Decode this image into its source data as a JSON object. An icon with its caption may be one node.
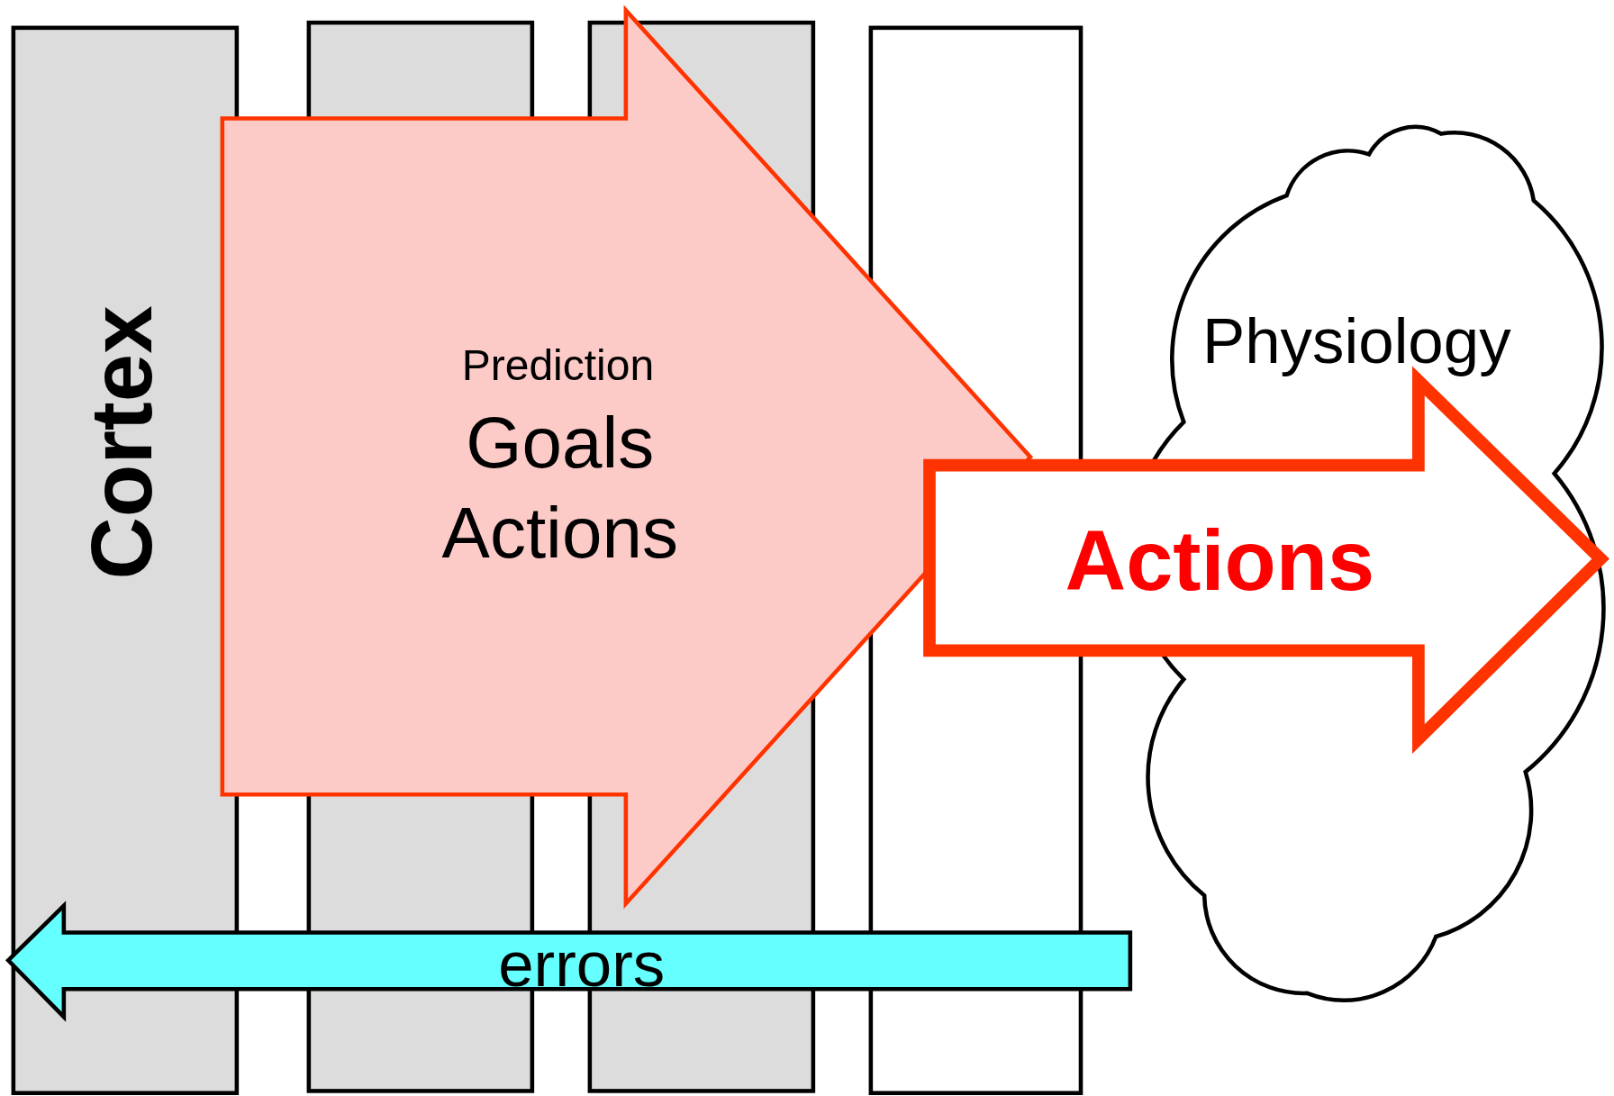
{
  "diagram": {
    "nodes": [
      {
        "text": [
          "Cortex"
        ]
      },
      {
        "text": [],
        "shape": "bar"
      },
      {
        "text": [],
        "shape": "bar"
      },
      {
        "text": [],
        "shape": "bar"
      },
      {
        "text": [
          "Physiology"
        ]
      },
      {
        "text": [
          "Prediction",
          "Goals",
          "Actions"
        ]
      },
      {
        "text": [
          "Actions"
        ]
      },
      {
        "text": [
          "errors"
        ]
      }
    ]
  }
}
